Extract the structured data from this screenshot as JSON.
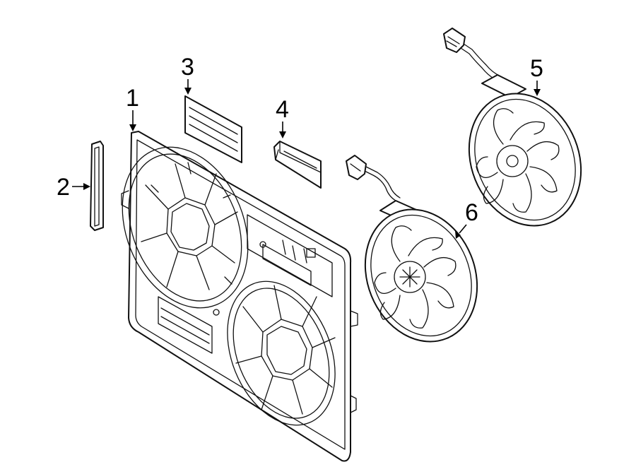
{
  "callouts": [
    {
      "id": "1",
      "label": "1"
    },
    {
      "id": "2",
      "label": "2"
    },
    {
      "id": "3",
      "label": "3"
    },
    {
      "id": "4",
      "label": "4"
    },
    {
      "id": "5",
      "label": "5"
    },
    {
      "id": "6",
      "label": "6"
    }
  ],
  "colors": {
    "line": "#111111",
    "background": "#ffffff"
  },
  "icons": [
    "fan-shroud",
    "seal-strip",
    "label-plate",
    "bracket",
    "fan-motor-assembly"
  ]
}
